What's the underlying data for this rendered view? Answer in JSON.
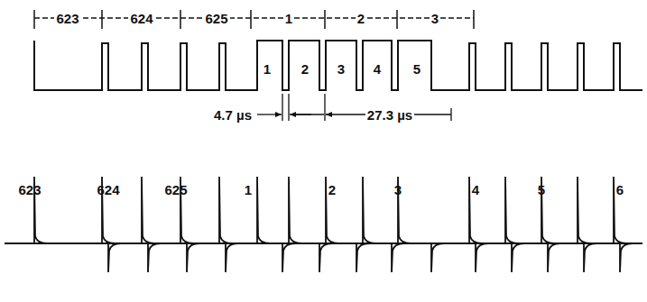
{
  "diagram": {
    "labels": [
      "623",
      "624",
      "625",
      "1",
      "2",
      "3",
      "1",
      "2",
      "3",
      "4",
      "5",
      "4.7 µs",
      "27.3 µs",
      "623",
      "624",
      "625",
      "1",
      "2",
      "3",
      "4",
      "5",
      "6"
    ]
  }
}
